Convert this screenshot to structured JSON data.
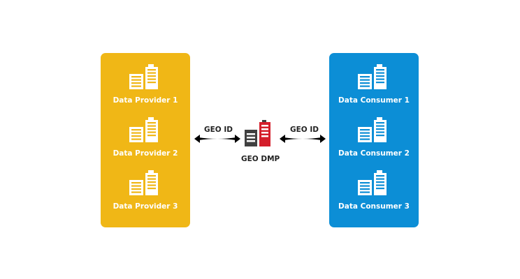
{
  "providers": {
    "color": "#f0b716",
    "items": [
      {
        "label": "Data Provider 1"
      },
      {
        "label": "Data Provider 2"
      },
      {
        "label": "Data Provider 3"
      }
    ]
  },
  "consumers": {
    "color": "#0c8ed6",
    "items": [
      {
        "label": "Data Consumer 1"
      },
      {
        "label": "Data Consumer 2"
      },
      {
        "label": "Data Consumer 3"
      }
    ]
  },
  "center": {
    "label": "GEO DMP",
    "left_link": "GEO ID",
    "right_link": "GEO ID",
    "accent": "#d41e2b",
    "dark": "#404040"
  },
  "icons": {
    "node": "server-icon",
    "center": "dmp-server-icon",
    "link": "double-arrow-icon"
  }
}
